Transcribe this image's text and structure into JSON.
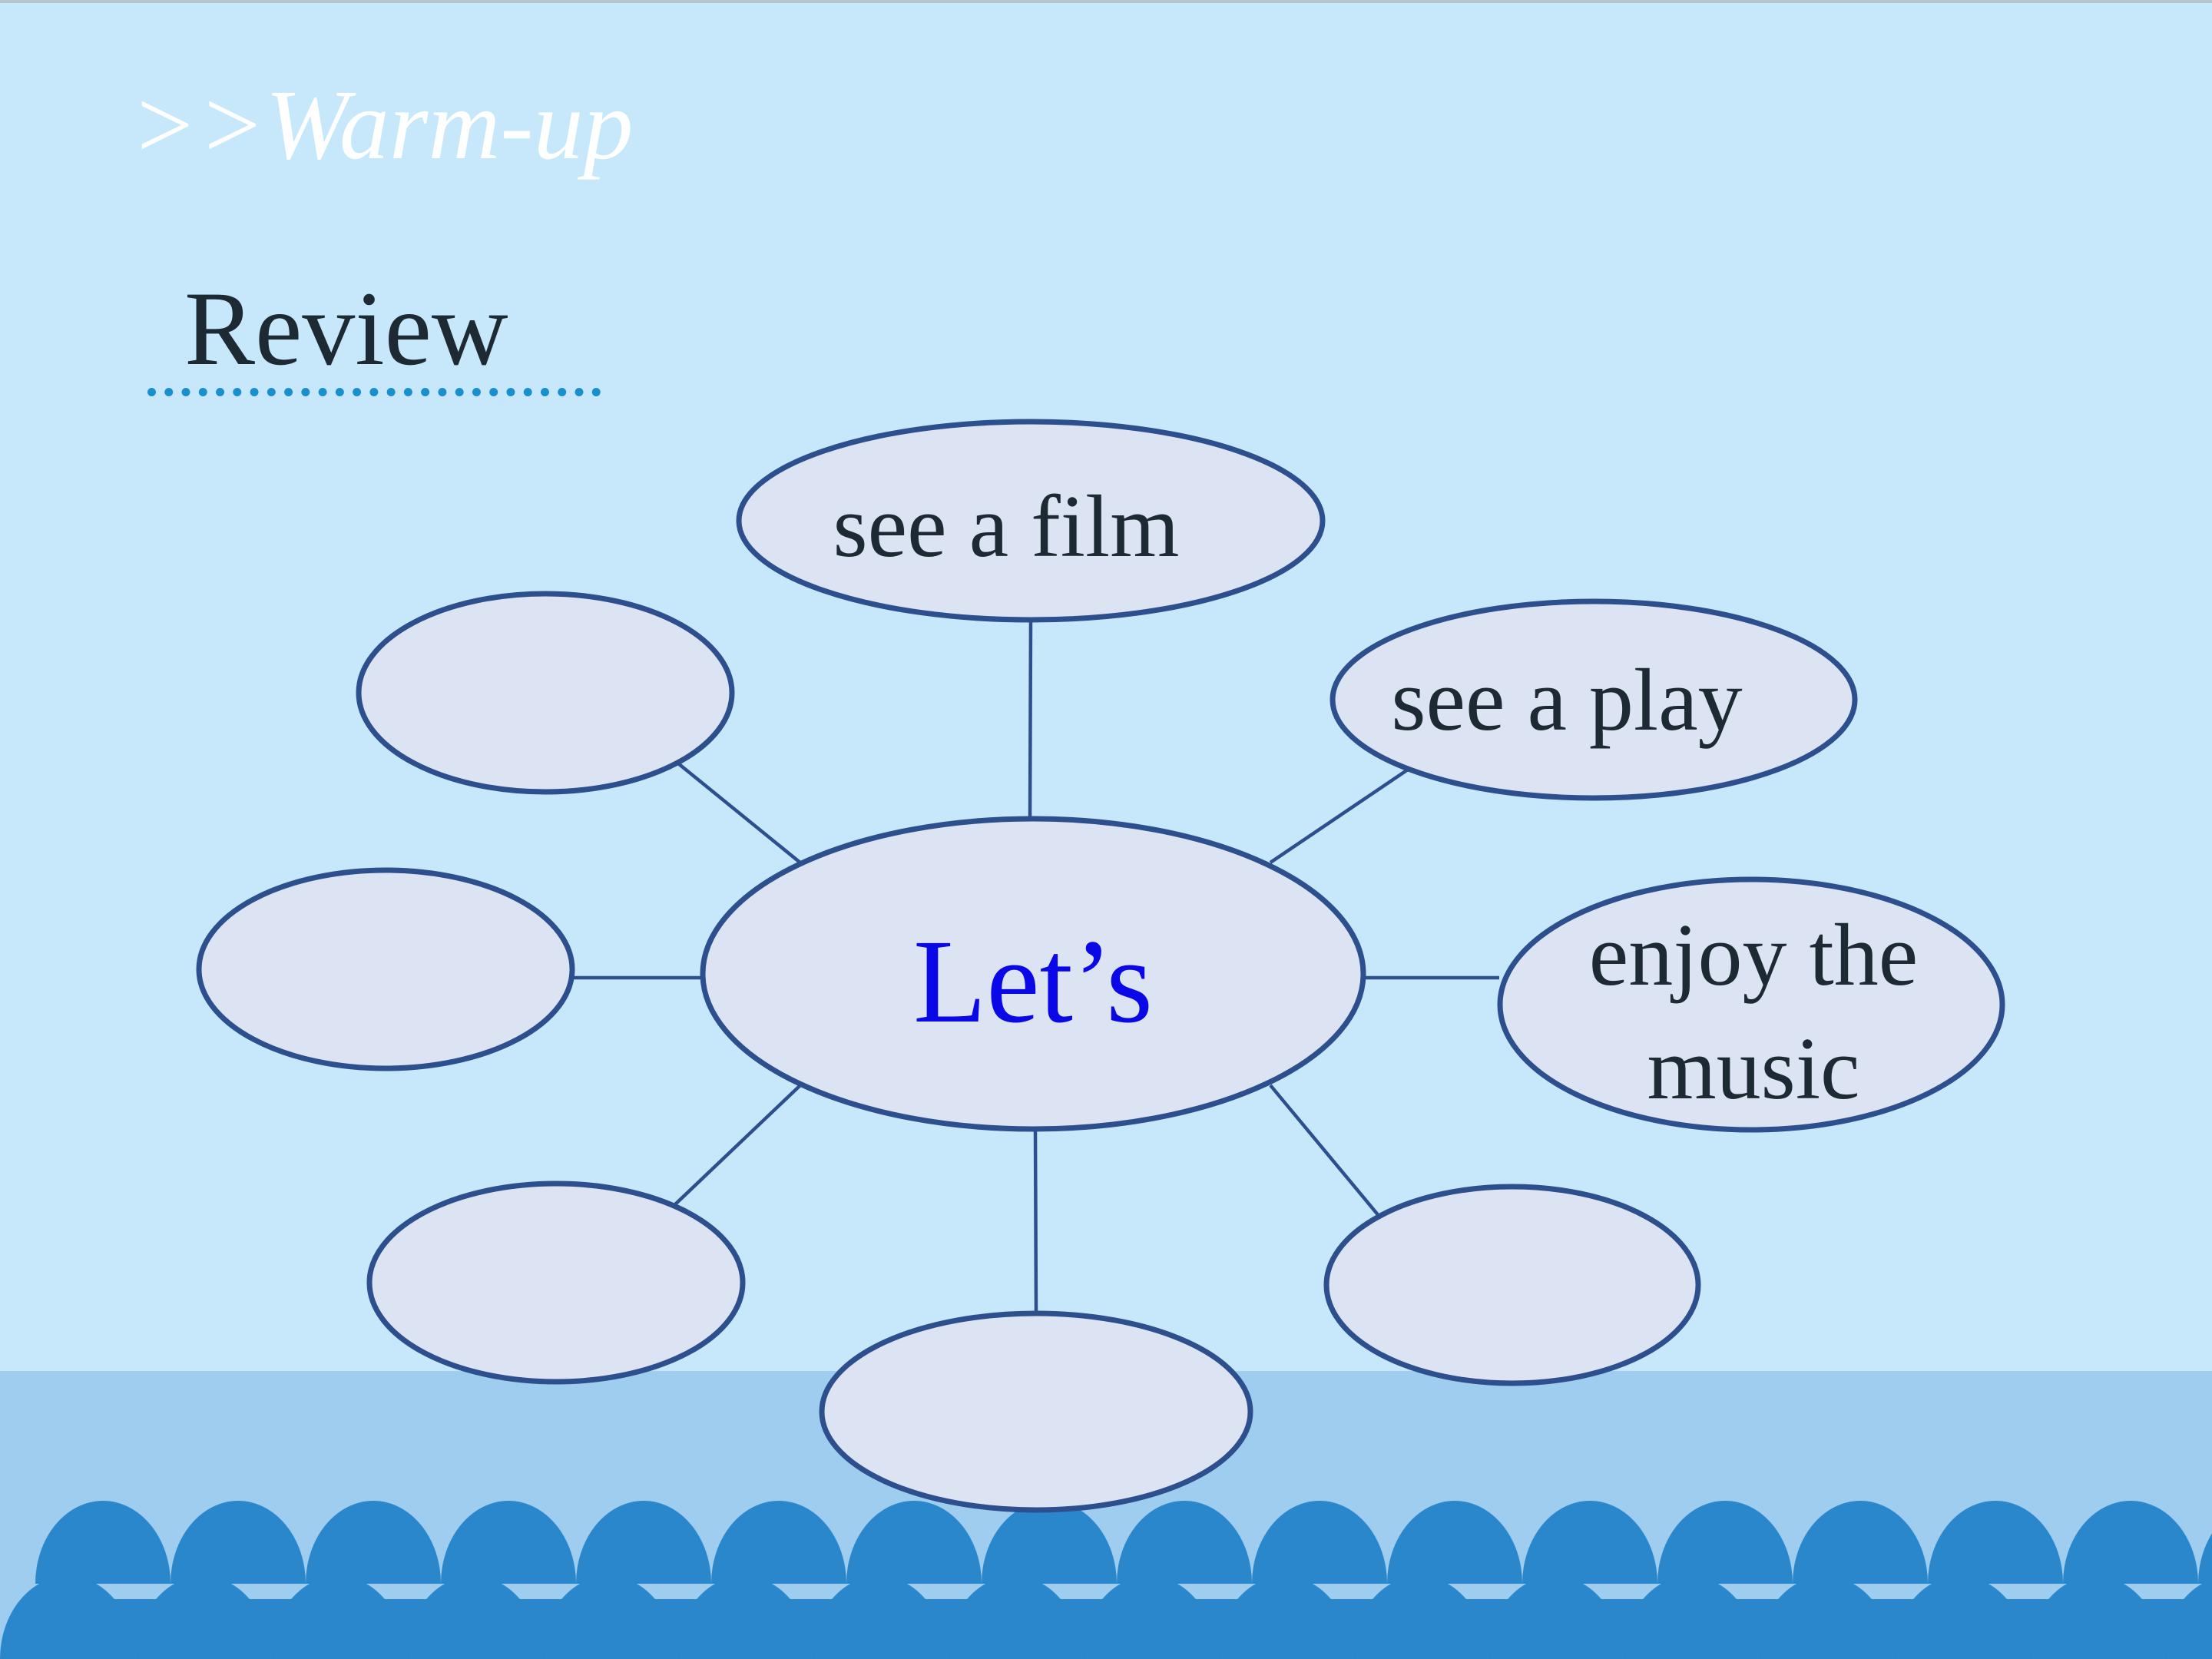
{
  "slide": {
    "section_label": ">>Warm-up",
    "title": "Review"
  },
  "mindmap": {
    "center": {
      "label": "Let’s",
      "color": "#0a08e6"
    },
    "nodes": [
      {
        "id": "top",
        "label": "see a film"
      },
      {
        "id": "upper-right",
        "label": "see a play"
      },
      {
        "id": "right",
        "label_lines": [
          "enjoy the",
          "music"
        ]
      },
      {
        "id": "lower-right",
        "label": ""
      },
      {
        "id": "bottom",
        "label": ""
      },
      {
        "id": "lower-left",
        "label": ""
      },
      {
        "id": "left",
        "label": ""
      },
      {
        "id": "upper-left",
        "label": ""
      }
    ]
  },
  "colors": {
    "background": "#c7e8fa",
    "bubble_fill": "#dce4f4",
    "bubble_stroke": "#2e4f8e",
    "band": "#9fcdf0",
    "scallop": "#2a87cc",
    "underline": "#1a8fd0"
  }
}
